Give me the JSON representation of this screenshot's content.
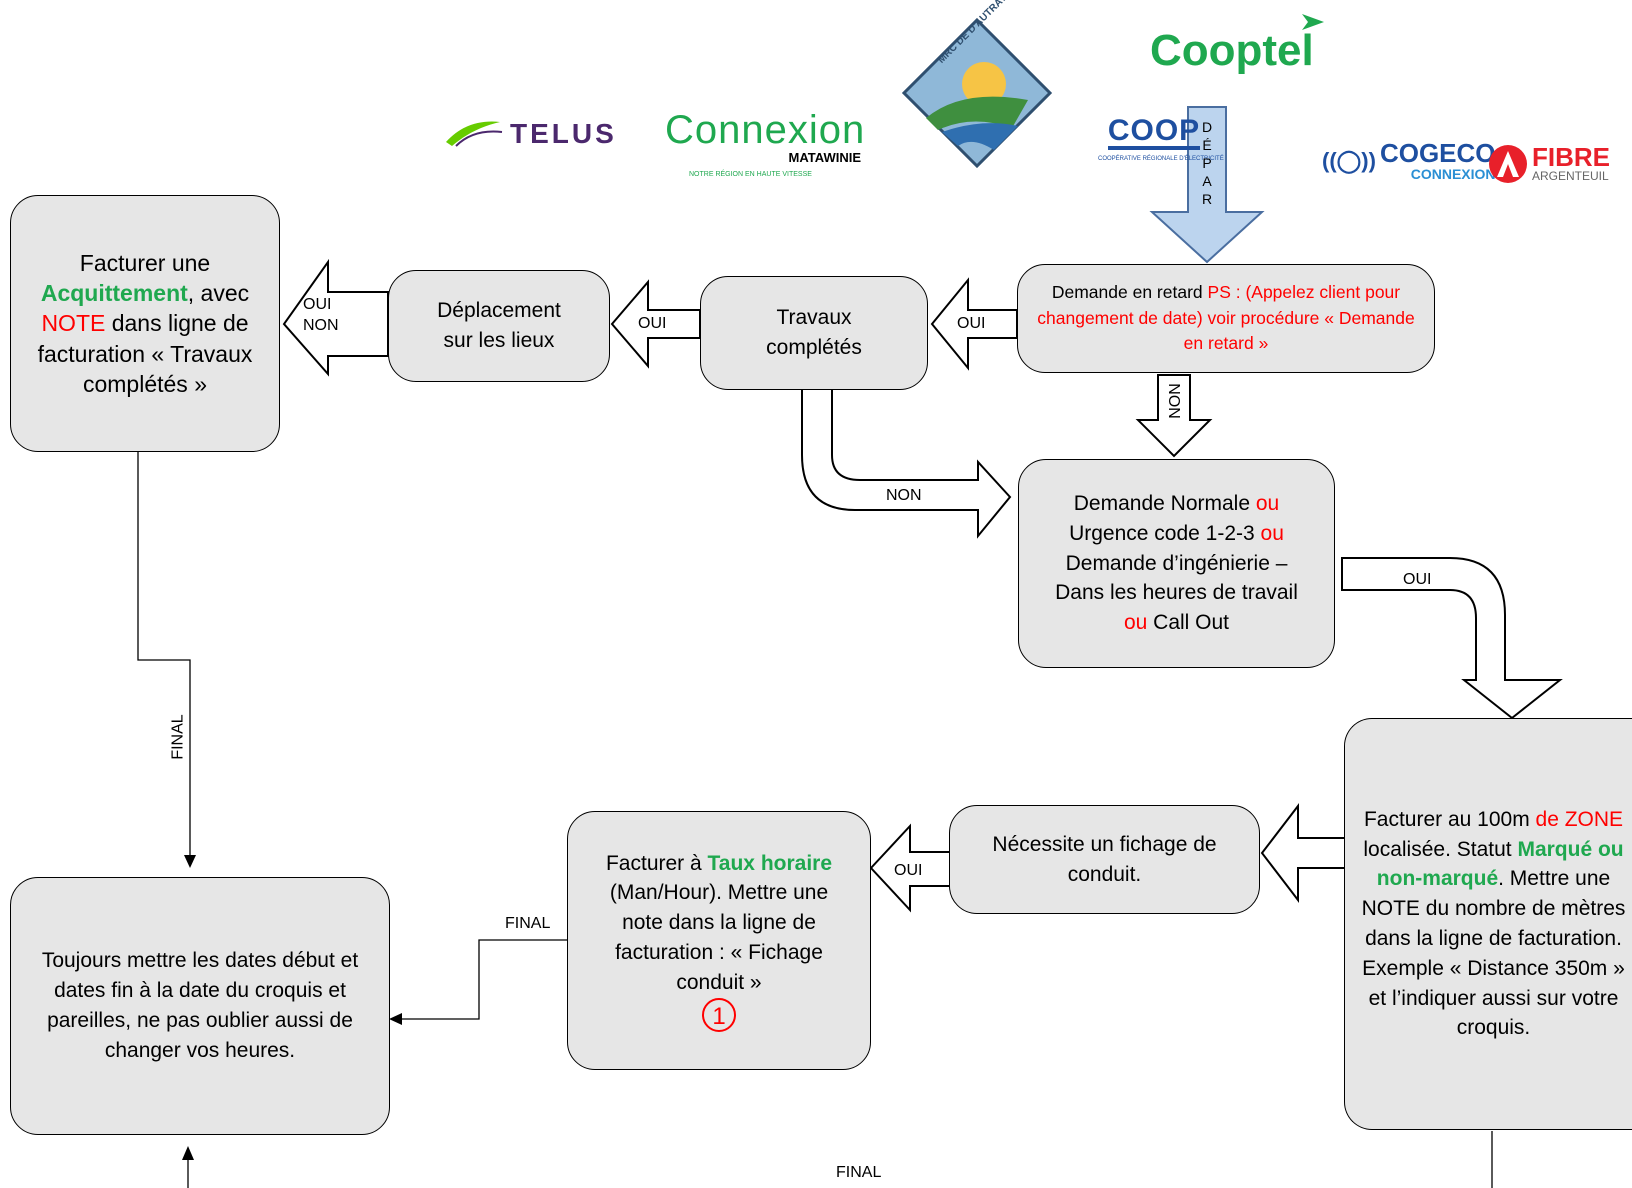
{
  "logos": {
    "telus": "TELUS",
    "connexion": "Connexion",
    "connexion_sub": "MATAWINIE",
    "connexion_tag": "NOTRE RÉGION EN HAUTE VITESSE",
    "mrc": "MRC DE D'AUTRAY",
    "cooptel": "Cooptel",
    "coop": "COOP",
    "coop_sub": "COOPÉRATIVE RÉGIONALE D'ÉLECTRICITÉ",
    "cogeco": "COGECO",
    "cogeco_sub": "CONNEXION",
    "fibre": "FIBRE",
    "fibre_sub": "ARGENTEUIL"
  },
  "start_arrow": {
    "letters": [
      "D",
      "É",
      "P",
      "A",
      "R"
    ]
  },
  "boxes": {
    "acquittement": {
      "l1": "Facturer une",
      "green": "Acquittement",
      "l2a": ", avec",
      "red": "NOTE",
      "l2b": " dans ligne de facturation « Travaux complétés »"
    },
    "deplacement": {
      "text": "Déplacement sur les lieux"
    },
    "travaux": {
      "text": "Travaux complétés"
    },
    "retard": {
      "a": "Demande en retard ",
      "red": "PS : (Appelez client pour changement de date) voir procédure « Demande en retard »"
    },
    "normale": {
      "a": "Demande Normale ",
      "ou1": "ou",
      "b": " Urgence code 1-2-3 ",
      "ou2": "ou",
      "c": " Demande d’ingénierie – Dans les heures de travail ",
      "ou3": "ou",
      "d": " Call Out"
    },
    "zone": {
      "a": "Facturer au 100m ",
      "red": "de ZONE",
      "b": " localisée. Statut ",
      "green": "Marqué ou non-marqué",
      "c": ". Mettre une NOTE du nombre de mètres dans la ligne de facturation. Exemple « Distance 350m » et l’indiquer aussi sur votre croquis."
    },
    "fichage": {
      "text": "Nécessite un fichage de conduit."
    },
    "taux": {
      "a": "Facturer à ",
      "green": "Taux horaire",
      "b": " (Man/Hour). Mettre une note dans la ligne de facturation : « Fichage conduit »",
      "circle": "1"
    },
    "toujours": {
      "text": "Toujours mettre les dates début et dates fin à la date du croquis et pareilles, ne pas oublier aussi de changer vos heures."
    }
  },
  "labels": {
    "oui_non_oui": "OUI",
    "oui_non_non": "NON",
    "oui_depl": "OUI",
    "oui_trav": "OUI",
    "non_retard": "NON",
    "non_trav": "NON",
    "oui_normale": "OUI",
    "oui_fichage": "OUI",
    "final_left": "FINAL",
    "final_taux": "FINAL",
    "final_bottom": "FINAL"
  },
  "colors": {
    "box_fill": "#e6e6e6",
    "red": "#ff0000",
    "green": "#1fa84f",
    "start_arrow": "#bcd4ee"
  }
}
